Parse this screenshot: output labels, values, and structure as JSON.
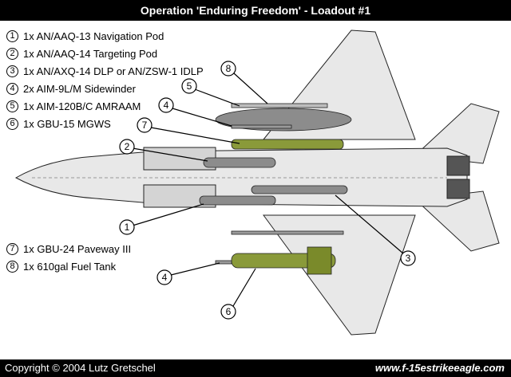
{
  "title": "Operation 'Enduring Freedom' - Loadout #1",
  "legend_top": [
    {
      "num": "1",
      "text": "1x AN/AAQ-13 Navigation Pod"
    },
    {
      "num": "2",
      "text": "1x AN/AAQ-14 Targeting Pod"
    },
    {
      "num": "3",
      "text": "1x AN/AXQ-14 DLP or AN/ZSW-1 IDLP"
    },
    {
      "num": "4",
      "text": "2x AIM-9L/M Sidewinder"
    },
    {
      "num": "5",
      "text": "1x AIM-120B/C AMRAAM"
    },
    {
      "num": "6",
      "text": "1x GBU-15 MGWS"
    }
  ],
  "legend_bottom": [
    {
      "num": "7",
      "text": "1x GBU-24 Paveway III"
    },
    {
      "num": "8",
      "text": "1x 610gal Fuel Tank"
    }
  ],
  "callouts": [
    "8",
    "5",
    "4",
    "7",
    "2",
    "1",
    "3",
    "4",
    "6"
  ],
  "footer": {
    "copyright": "Copyright © 2004 Lutz Gretschel",
    "website": "www.f-15estrikeeagle.com"
  },
  "colors": {
    "background": "#ffffff",
    "bar": "#000000",
    "aircraft": "#e8e8e8",
    "stores_gray": "#8c8c8c",
    "bomb_olive": "#8a9a3a"
  }
}
